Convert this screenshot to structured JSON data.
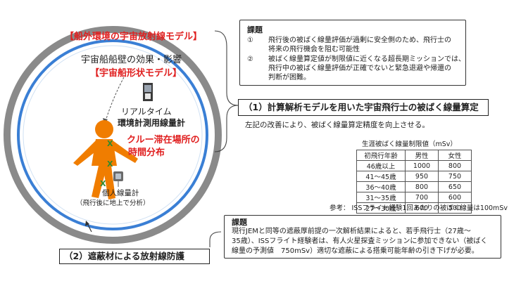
{
  "left": {
    "model_title": "【船外環境の宇宙放射線モデル】",
    "hull_effect": "宇宙船船壁の効果・影響",
    "ship_model": "【宇宙船形状モデル】",
    "realtime_line1": "リアルタイム",
    "realtime_line2": "環境計測用線量計",
    "crew_line1": "クルー滞在場所の",
    "crew_line2": "時間分布",
    "personal_line1": "個人線量計",
    "personal_line2": "（飛行後に地上で分析）",
    "x_mark": "X"
  },
  "issue_top": {
    "title": "課題",
    "item1_num": "①",
    "item1_line1": "飛行後の被ばく線量評価が過剰に安全側のため、飛行士の",
    "item1_line2": "将来の飛行機会を阻む可能性",
    "item2_num": "②",
    "item2_line1": "被ばく線量算定値が制限値に近くなる超長期ミッションでは、",
    "item2_line2": "飛行中の被ばく線量評価が正確でないと緊急退避や帰還の",
    "item2_line3": "判断が困難。"
  },
  "heading1": "（1）計算解析モデルを用いた宇宙飛行士の被ばく線量算定",
  "improve_note": "左記の改善により、被ばく線量算定精度を向上させる。",
  "limit_table": {
    "caption": "生涯被ばく線量制限値（mSv）",
    "headers": [
      "初飛行年齢",
      "男性",
      "女性"
    ],
    "rows": [
      [
        "46歳以上",
        "1000",
        "800"
      ],
      [
        "41〜45歳",
        "950",
        "750"
      ],
      [
        "36〜40歳",
        "800",
        "650"
      ],
      [
        "31〜35歳",
        "700",
        "600"
      ],
      [
        "27〜30歳",
        "600",
        "500"
      ]
    ],
    "reference": "参考： ISSフライト経験1回あたりの被ばく線量は100mSv"
  },
  "issue_bottom": {
    "title": "課題",
    "line1": "現行JEMと同等の遮蔽厚前提の一次解析結果によると、若手飛行士（27歳〜",
    "line2": "35歳）、ISSフライト経験者は、有人火星探査ミッションに参加できない（被ばく",
    "line3": "線量の予測値　750mSv）適切な遮蔽による搭乗可能年齢の引き下げが必要。"
  },
  "heading2": "（2）遮蔽材による放射線防護",
  "colors": {
    "accent_red": "#e02020",
    "ring_blue": "#3a7fd5",
    "ring_gray": "#8a8a8a",
    "figure_orange": "#f07d00",
    "x_green": "#2f8a2f"
  }
}
